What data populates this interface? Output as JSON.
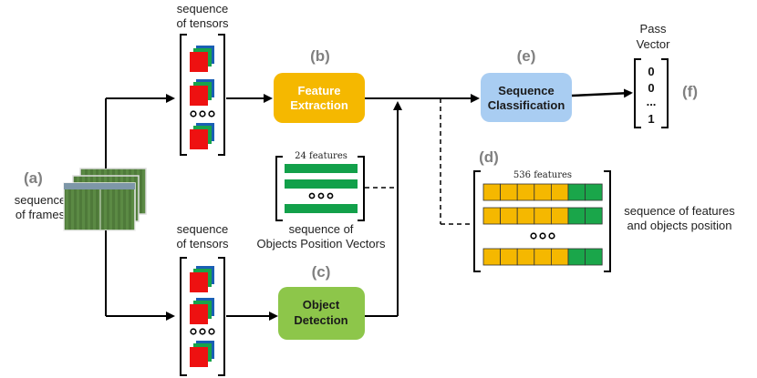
{
  "tags": {
    "a": "(a)",
    "b": "(b)",
    "c": "(c)",
    "d": "(d)",
    "e": "(e)",
    "f": "(f)"
  },
  "input": {
    "line1": "sequence",
    "line2": "of frames"
  },
  "tensors_top": {
    "line1": "sequence",
    "line2": "of tensors"
  },
  "tensors_bottom": {
    "line1": "sequence",
    "line2": "of tensors"
  },
  "feature_extraction": {
    "line1": "Feature",
    "line2": "Extraction",
    "color": "#f5b800"
  },
  "object_detection": {
    "line1": "Object",
    "line2": "Detection",
    "color": "#8dc64a"
  },
  "sequence_classification": {
    "line1": "Sequence",
    "line2": "Classification",
    "color": "#a9cdf2"
  },
  "position_vectors": {
    "count_label": "24 features",
    "line1": "sequence of",
    "line2": "Objects Position Vectors"
  },
  "combined": {
    "count_label": "536 features",
    "line1": "sequence of features",
    "line2": "and objects position",
    "feature_color": "#f5b800",
    "object_color": "#1aa64a"
  },
  "pass_vector": {
    "line1": "Pass",
    "line2": "Vector",
    "values": [
      "0",
      "0",
      "...",
      "1"
    ]
  }
}
